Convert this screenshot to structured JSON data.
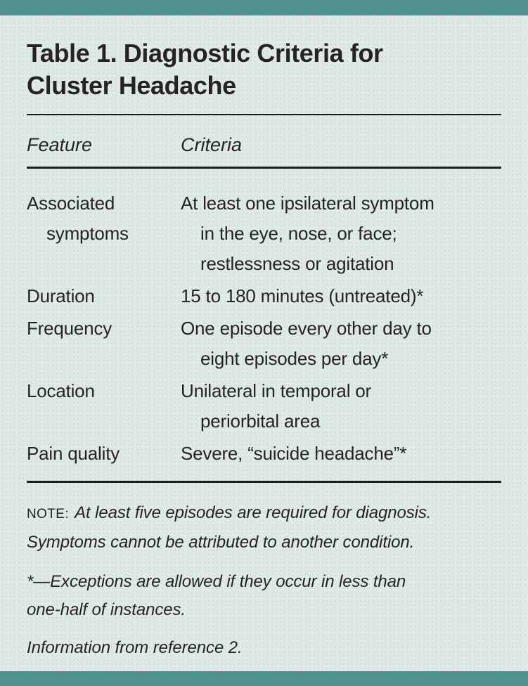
{
  "colors": {
    "accent": "#4e9290",
    "bg": "#dfeae7",
    "ink": "#272324",
    "rule": "#1c1c1c"
  },
  "title": [
    "Table 1. Diagnostic Criteria for",
    "Cluster Headache"
  ],
  "table": {
    "columns": [
      "Feature",
      "Criteria"
    ],
    "rows": [
      {
        "feature": [
          "Associated",
          "symptoms"
        ],
        "criteria": [
          "At least one ipsilateral symptom",
          "in the eye, nose, or face;",
          "restlessness or agitation"
        ]
      },
      {
        "feature": "Duration",
        "criteria": [
          "15 to 180 minutes (untreated)*"
        ]
      },
      {
        "feature": "Frequency",
        "criteria": [
          "One episode every other day to",
          "eight episodes per day*"
        ]
      },
      {
        "feature": "Location",
        "criteria": [
          "Unilateral in temporal or",
          "periorbital area"
        ]
      },
      {
        "feature": "Pain quality",
        "criteria": [
          "Severe, “suicide headache”*"
        ]
      }
    ]
  },
  "footnotes": {
    "note_label": "NOTE:",
    "note_text": [
      "At least five episodes are required for diagnosis.",
      "Symptoms cannot be attributed to another condition."
    ],
    "asterisk": [
      "*—Exceptions are allowed if they occur in less than",
      "one-half of instances."
    ],
    "source": "Information from reference 2."
  }
}
